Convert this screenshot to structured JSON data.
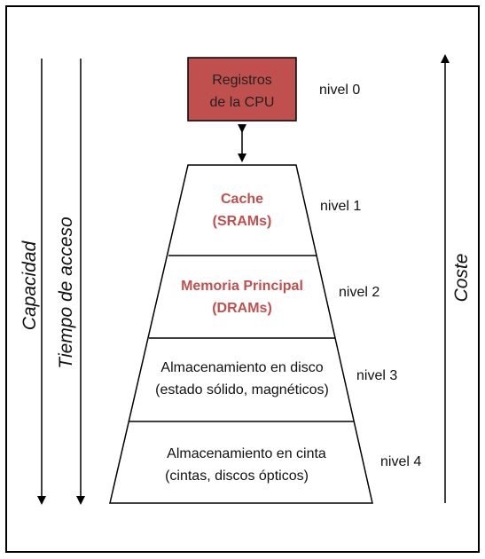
{
  "diagram": {
    "cpu_box": {
      "line1": "Registros",
      "line2": "de la CPU",
      "fill": "#c0504d"
    },
    "levels": [
      {
        "label": "nivel 0"
      },
      {
        "label": "nivel 1",
        "line1": "Cache",
        "line2": "(SRAMs)",
        "color": "#c0504d"
      },
      {
        "label": "nivel 2",
        "line1": "Memoria Principal",
        "line2": "(DRAMs)",
        "color": "#c0504d"
      },
      {
        "label": "nivel 3",
        "line1": "Almacenamiento en disco",
        "line2": "(estado sólido, magnéticos)"
      },
      {
        "label": "nivel 4",
        "line1": "Almacenamiento en cinta",
        "line2": "(cintas, discos ópticos)"
      }
    ],
    "axes": {
      "capacity": "Capacidad",
      "access_time": "Tiempo de acceso",
      "cost": "Coste"
    }
  }
}
